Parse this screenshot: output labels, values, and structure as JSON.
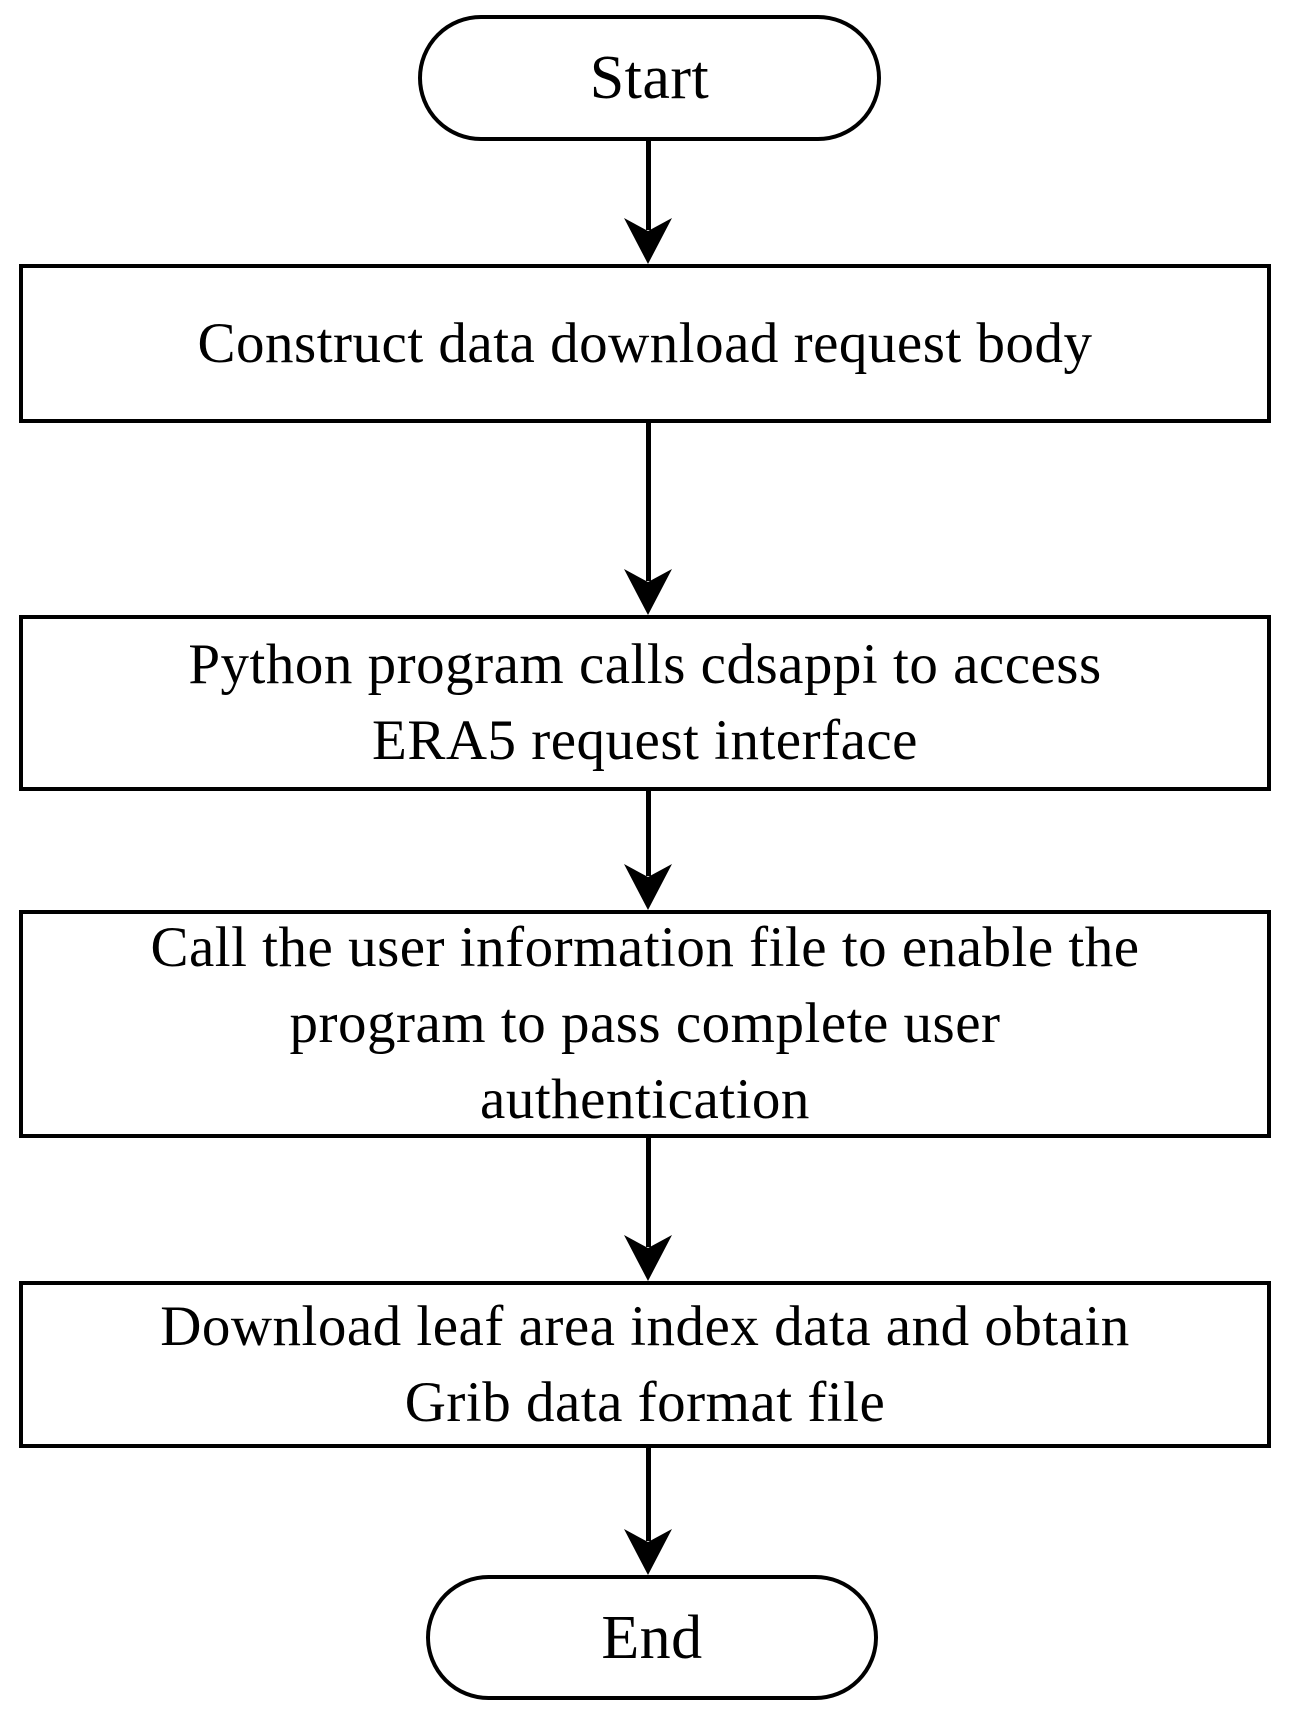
{
  "diagram": {
    "type": "flowchart",
    "background_color": "#ffffff",
    "stroke_color": "#000000",
    "fill_color": "#ffffff",
    "nodes": {
      "start": {
        "type": "terminator",
        "label": "Start"
      },
      "step1": {
        "type": "process",
        "label": "Construct data download request body",
        "lines": [
          "Construct data download request body"
        ]
      },
      "step2": {
        "type": "process",
        "label": "Python program calls cdsappi to access ERA5 request interface",
        "lines": [
          "Python program calls cdsappi to access",
          "ERA5 request interface"
        ]
      },
      "step3": {
        "type": "process",
        "label": "Call the user information file to enable the program to pass complete user authentication",
        "lines": [
          "Call the user information file to enable the",
          "program to pass complete user",
          "authentication"
        ]
      },
      "step4": {
        "type": "process",
        "label": "Download leaf area index data and obtain Grib data format file",
        "lines": [
          "Download leaf area index data and obtain",
          "Grib data format file"
        ]
      },
      "end": {
        "type": "terminator",
        "label": "End"
      }
    },
    "edges": [
      {
        "from": "start",
        "to": "step1"
      },
      {
        "from": "step1",
        "to": "step2"
      },
      {
        "from": "step2",
        "to": "step3"
      },
      {
        "from": "step3",
        "to": "step4"
      },
      {
        "from": "step4",
        "to": "end"
      }
    ]
  }
}
